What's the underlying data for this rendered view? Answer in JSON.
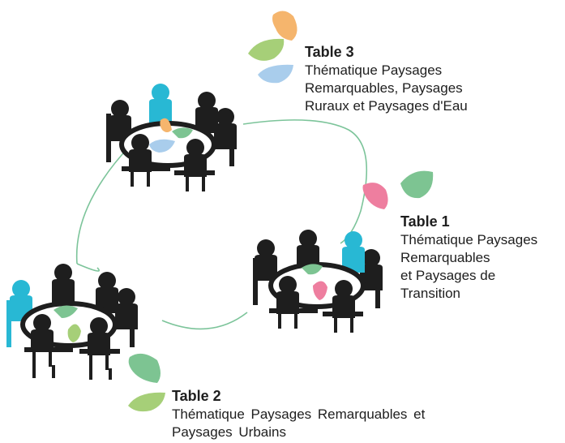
{
  "colors": {
    "ink": "#1e1e1e",
    "table": "#ffffff",
    "path": "#7cc49a",
    "orange": "#f5b56d",
    "green": "#7dc492",
    "lime": "#a6cf78",
    "blue": "#a9cdec",
    "pink": "#ee7e9f",
    "cyan": "#28b8d4"
  },
  "tables": [
    {
      "id": "table-3",
      "title": "Table 3",
      "lines": [
        "Thématique Paysages",
        "Remarquables, Paysages",
        "Ruraux et Paysages d'Eau"
      ],
      "icons": [
        "orange-leaf-icon",
        "green-leaf-icon",
        "blue-leaf-icon"
      ]
    },
    {
      "id": "table-1",
      "title": "Table 1",
      "lines": [
        "Thématique Paysages",
        "Remarquables",
        "et Paysages de",
        "Transition"
      ],
      "icons": [
        "pink-leaf-icon",
        "green-leaf-icon"
      ]
    },
    {
      "id": "table-2",
      "title": "Table 2",
      "lines": [
        "Thématique Paysages Remarquables et",
        "Paysages Urbains"
      ],
      "icons": [
        "green-leaf-icon",
        "lime-leaf-icon"
      ]
    }
  ]
}
